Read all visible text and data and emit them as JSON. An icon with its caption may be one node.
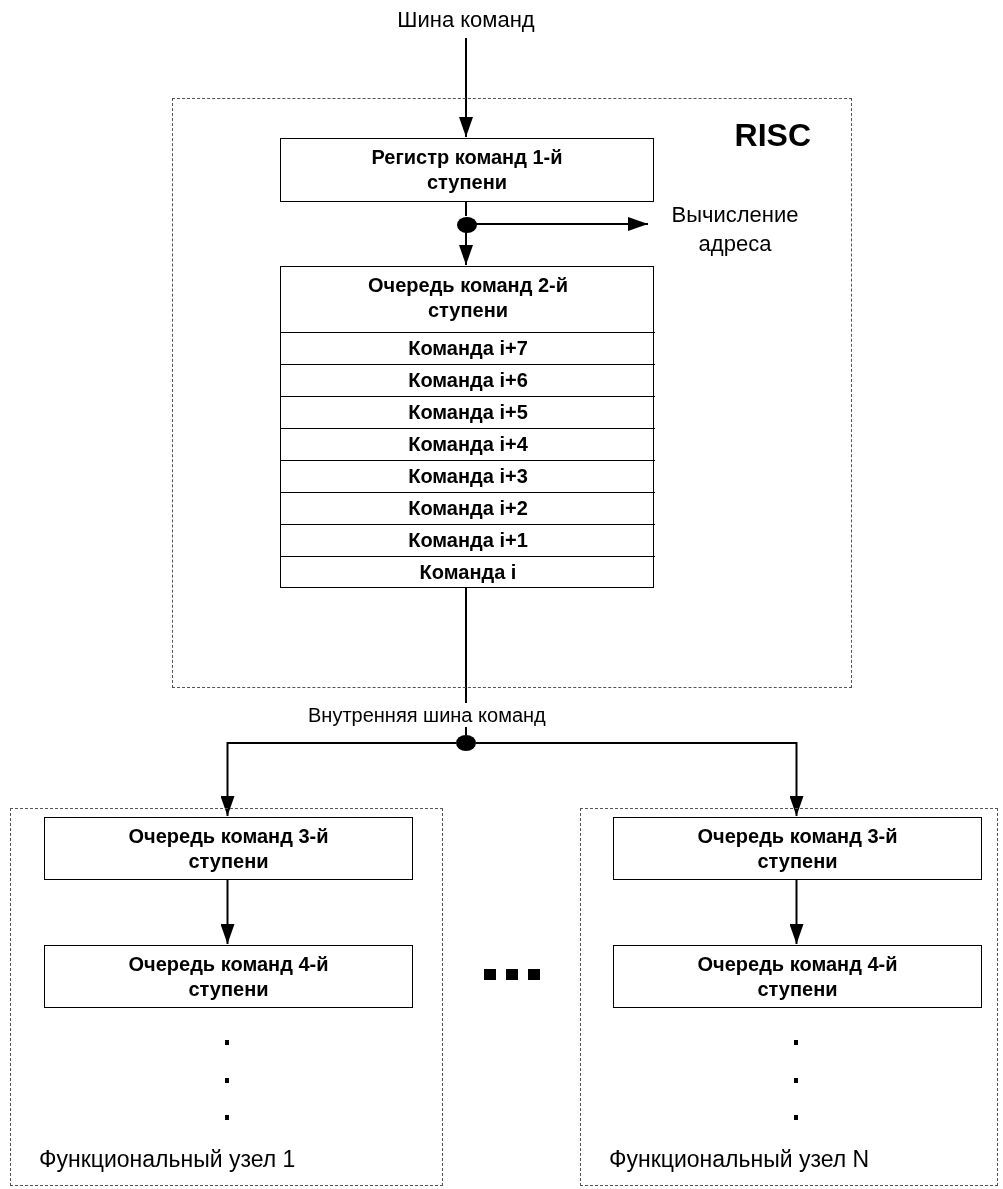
{
  "diagram": {
    "nodes": [
      {
        "text": [
          "Шина команд"
        ]
      },
      {
        "text": [
          "RISC"
        ]
      },
      {
        "text": [
          "Регистр команд 1-й ступени"
        ],
        "in": 1
      },
      {
        "text": [],
        "shape": "circle",
        "in": 1
      },
      {
        "text": [
          "Вычисление адреса"
        ],
        "in": 1
      },
      {
        "text": [
          "Очередь команд 2-й ступени"
        ],
        "in": 1
      },
      {
        "text": [
          "Команда i+7"
        ],
        "in": 5
      },
      {
        "text": [
          "Команда i+6"
        ],
        "in": 5
      },
      {
        "text": [
          "Команда i+5"
        ],
        "in": 5
      },
      {
        "text": [
          "Команда i+4"
        ],
        "in": 5
      },
      {
        "text": [
          "Команда i+3"
        ],
        "in": 5
      },
      {
        "text": [
          "Команда i+2"
        ],
        "in": 5
      },
      {
        "text": [
          "Команда i+1"
        ],
        "in": 5
      },
      {
        "text": [
          "Команда i"
        ],
        "in": 5
      },
      {
        "text": [],
        "shape": "circle",
        "beside": [
          "Внутренняя шина команд"
        ]
      },
      {
        "text": [
          "Функциональный узел 1"
        ]
      },
      {
        "text": [
          "Очередь команд 3-й ступени"
        ],
        "in": 15
      },
      {
        "text": [
          "Очередь команд 4-й ступени"
        ],
        "in": 15
      },
      {
        "text": [
          "Функциональный узел N"
        ]
      },
      {
        "text": [
          "Очередь команд 3-й ступени"
        ],
        "in": 18
      },
      {
        "text": [
          "Очередь команд 4-й ступени"
        ],
        "in": 18
      }
    ],
    "edges": [
      {
        "from": 0,
        "to": 2,
        "arrow": "to"
      },
      {
        "from": 2,
        "to": 3,
        "arrow": "none"
      },
      {
        "from": 3,
        "to": 5,
        "arrow": "to"
      },
      {
        "from": 3,
        "to": 4,
        "arrow": "to"
      },
      {
        "from": 5,
        "to": 14,
        "arrow": "none"
      },
      {
        "from": 14,
        "to": 16,
        "arrow": "to"
      },
      {
        "from": 14,
        "to": 19,
        "arrow": "to"
      },
      {
        "from": 16,
        "to": 17,
        "arrow": "to"
      },
      {
        "from": 19,
        "to": 20,
        "arrow": "to"
      }
    ]
  }
}
